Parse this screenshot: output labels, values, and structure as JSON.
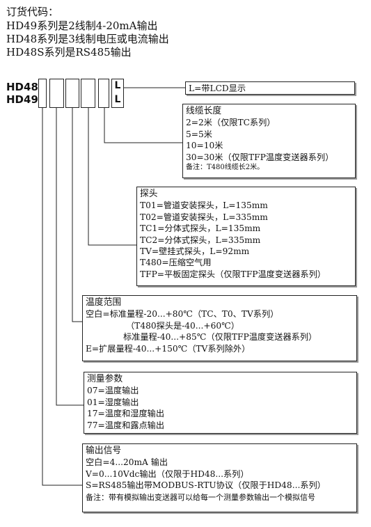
{
  "header": {
    "lines": [
      "订货代码：",
      "HD49系列是2线制4-20mA输出",
      "HD48系列是3线制电压或电流输出",
      "HD48S系列是RS485输出"
    ]
  },
  "model": {
    "line1": "HD48",
    "line2": "HD49"
  },
  "code_slot": {
    "letter1": "L",
    "letter2": "L"
  },
  "boxes": {
    "lcd": {
      "lines": [
        "L=带LCD显示"
      ]
    },
    "cable": {
      "title": "线缆长度",
      "lines": [
        "2=2米（仅限TC系列）",
        "5=5米",
        "10=10米",
        "30=30米（仅限TFP温度变送器系列）"
      ],
      "note": "备注：T480线缆长2米。"
    },
    "probe": {
      "title": "探头",
      "lines": [
        "T01=管道安装探头，L=135mm",
        "T02=管道安装探头，L=335mm",
        "TC1=分体式探头，L=135mm",
        "TC2=分体式探头，L=335mm",
        "TV=壁挂式探头，L=92mm",
        "T480=压缩空气用",
        "TFP=平板固定探头（仅限TFP温度变送器系列）"
      ]
    },
    "temp": {
      "title": "温度范围",
      "lines": [
        "空白=标准量程-20...+80℃（TC、T0、TV系列）",
        "（T480探头是-40...+60℃）",
        "标准量程-40...+85℃（仅限TFP温度变送器系列）",
        "E=扩展量程-40...+150℃（TV系列除外）"
      ]
    },
    "param": {
      "title": "测量参数",
      "lines": [
        "07=温度输出",
        "01=湿度输出",
        "17=温度和湿度输出",
        "77=温度和露点输出"
      ]
    },
    "output": {
      "title": "输出信号",
      "lines": [
        "空白=4...20mA 输出",
        "V=0...10Vdc输出（仅限于HD48...系列）",
        "S=RS485输出带MODBUS-RTU协议（仅限于HD48...系列）"
      ],
      "note": "备注：带有模拟输出变送器可以给每一个测量参数输出一个模拟信号"
    }
  }
}
